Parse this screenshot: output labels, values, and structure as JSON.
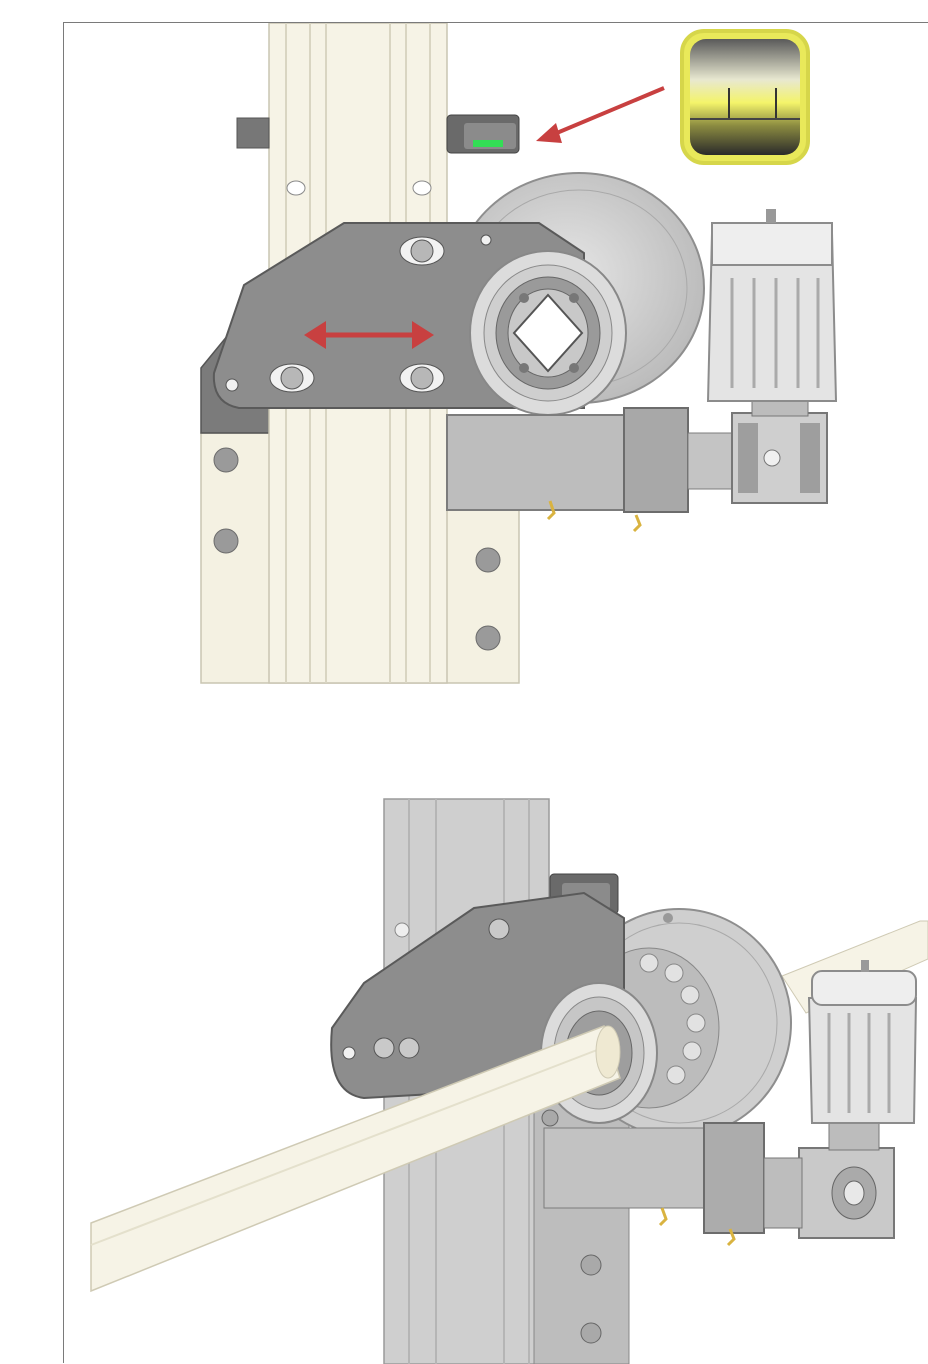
{
  "colors": {
    "frame_border": "#7a7a7a",
    "rail_cream": "#f6f3e6",
    "rail_shadow": "#e2decc",
    "bracket_gray": "#8d8d8d",
    "bracket_dark": "#6f6f6f",
    "housing_light": "#d2d2d2",
    "housing_mid": "#b8b8b8",
    "motor_light": "#e4e4e4",
    "indicator_green": "#33dd55",
    "level_yellow": "#f4f46a",
    "arrow_red": "#c84040",
    "grease_yellow": "#d9b340"
  },
  "icons": [
    "spirit-level-icon",
    "leveling-indicator-icon",
    "adjustment-double-arrow-icon",
    "pointer-arrow-icon"
  ],
  "panels": [
    {
      "name": "top-illustration",
      "view": "front"
    },
    {
      "name": "bottom-illustration",
      "view": "perspective"
    }
  ]
}
